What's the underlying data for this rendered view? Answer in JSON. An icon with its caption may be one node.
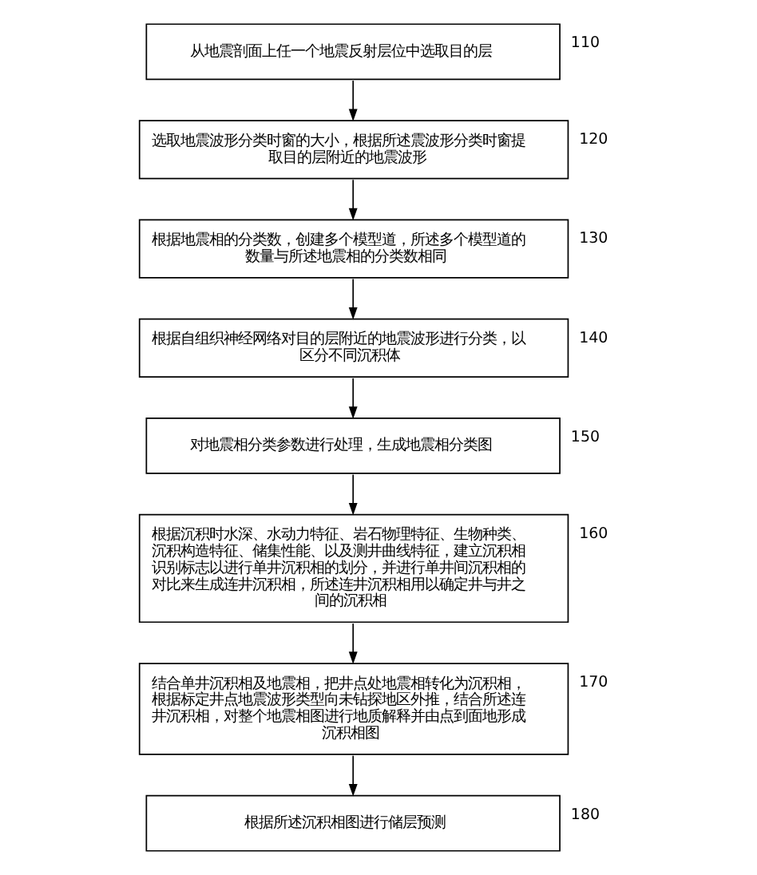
{
  "diagram": {
    "nodes": [
      {
        "text": [
          "从地震剖面上任一个地震反射层位中选取目的层"
        ],
        "beside": [
          "110"
        ]
      },
      {
        "text": [
          "选取地震波形分类时窗的大小，根据所述震波形分类时窗提取目的层附近的地震波形"
        ],
        "beside": [
          "120"
        ]
      },
      {
        "text": [
          "根据地震相的分类数，创建多个模型道，所述多个模型道的数量与所述地震相的分类数相同"
        ],
        "beside": [
          "130"
        ]
      },
      {
        "text": [
          "根据自组织神经网络对目的层附近的地震波形进行分类，以区分不同沉积体"
        ],
        "beside": [
          "140"
        ]
      },
      {
        "text": [
          "对地震相分类参数进行处理，生成地震相分类图"
        ],
        "beside": [
          "150"
        ]
      },
      {
        "text": [
          "根据沉积时水深、水动力特征、岩石物理特征、生物种类、沉积构造特征、储集性能、以及测井曲线特征，建立沉积相识别标志以进行单井沉积相的划分，并进行单井间沉积相的对比来生成连井沉积相，所述连井沉积相用以确定井与井之间的沉积相"
        ],
        "beside": [
          "160"
        ]
      },
      {
        "text": [
          "结合单井沉积相及地震相，把井点处地震相转化为沉积相，根据标定井点地震波形类型向未钻探地区外推，结合所述连井沉积相，对整个地震相图进行地质解释并由点到面地形成沉积相图"
        ],
        "beside": [
          "170"
        ]
      },
      {
        "text": [
          "根据所述沉积相图进行储层预测"
        ],
        "beside": [
          "180"
        ]
      }
    ],
    "edges": [
      {
        "from": 0,
        "to": 1,
        "arrow": "to"
      },
      {
        "from": 1,
        "to": 2,
        "arrow": "to"
      },
      {
        "from": 2,
        "to": 3,
        "arrow": "to"
      },
      {
        "from": 3,
        "to": 4,
        "arrow": "to"
      },
      {
        "from": 4,
        "to": 5,
        "arrow": "to"
      },
      {
        "from": 5,
        "to": 6,
        "arrow": "to"
      },
      {
        "from": 6,
        "to": 7,
        "arrow": "to"
      }
    ]
  }
}
